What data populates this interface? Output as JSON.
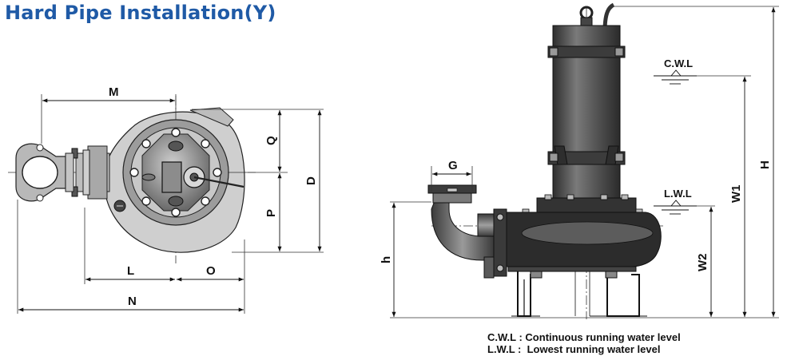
{
  "title": {
    "text": "Hard Pipe Installation(Y)",
    "color": "#1f5aa6"
  },
  "plan_view": {
    "dimensions": {
      "M": "M",
      "L": "L",
      "O": "O",
      "N": "N",
      "Q": "Q",
      "P": "P",
      "D": "D"
    }
  },
  "side_view": {
    "dimensions": {
      "G": "G",
      "h": "h",
      "H": "H",
      "W1": "W1",
      "W2": "W2"
    },
    "water_levels": {
      "cwl": "C.W.L",
      "lwl": "L.W.L"
    }
  },
  "legend": {
    "cwl": "C.W.L : Continuous running water level",
    "lwl": "L.W.L :  Lowest running water level"
  },
  "colors": {
    "ink": "#111111",
    "body_dark": "#3a3a3a",
    "body_mid": "#6b6b6b",
    "body_light": "#a9a9a9"
  }
}
